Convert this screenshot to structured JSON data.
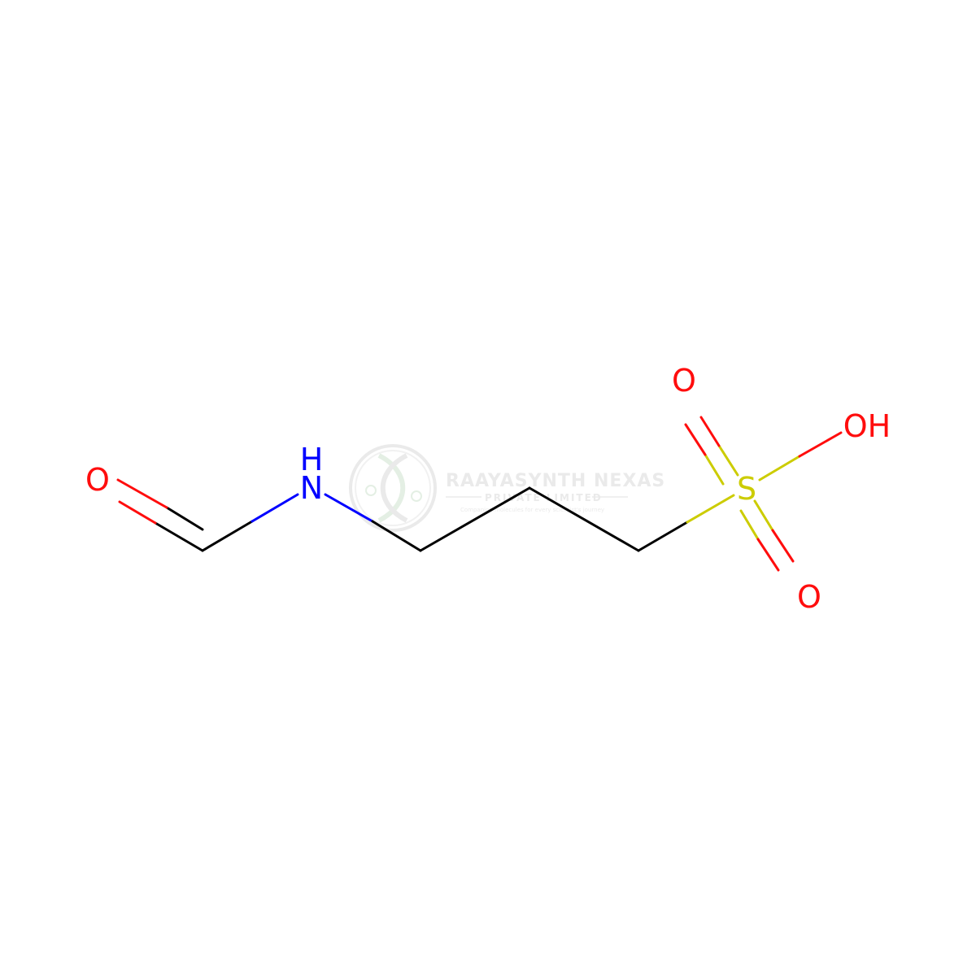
{
  "molecule": {
    "atoms": {
      "formyl_oxygen": "O",
      "amide_nitrogen": "N",
      "amide_hydrogen": "H",
      "sulfur": "S",
      "sulfonyl_oxygen_top": "O",
      "hydroxyl": "OH",
      "sulfonyl_oxygen_bottom": "O"
    }
  },
  "colors": {
    "bond": "#000000",
    "oxygen": "#ff0d0d",
    "nitrogen": "#0000ff",
    "sulfur": "#cccc00",
    "watermark": "#d9d9d9"
  },
  "watermark": {
    "title": "RAAYASYNTH NEXAS",
    "subtitle": "PRIVATE LIMITED",
    "tagline": "Companion molecules for every scientist's journey",
    "icon": "dna-helix-logo"
  }
}
